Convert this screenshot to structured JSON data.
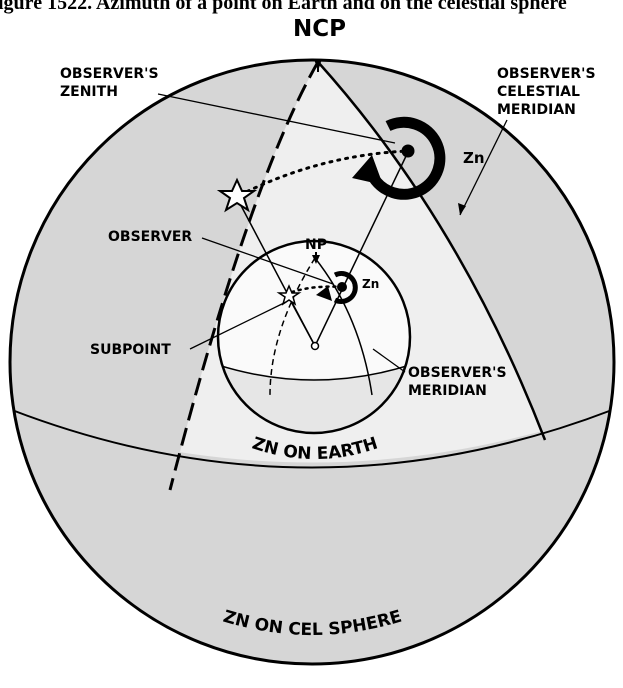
{
  "caption": "igure 1522. Azimuth of a point on Earth and on the celestial sphere",
  "labels": {
    "ncp": "NCP",
    "observers_zenith_1": "OBSERVER'S",
    "observers_zenith_2": "ZENITH",
    "celestial_meridian_1": "OBSERVER'S",
    "celestial_meridian_2": "CELESTIAL",
    "celestial_meridian_3": "MERIDIAN",
    "zn_large": "Zn",
    "np": "NP",
    "observer": "OBSERVER",
    "zn_small": "Zn",
    "subpoint": "SUBPOINT",
    "observers_meridian_1": "OBSERVER'S",
    "observers_meridian_2": "MERIDIAN",
    "zn_on_earth": "ZN ON EARTH",
    "zn_on_cel_sphere": "ZN ON CEL SPHERE"
  },
  "colors": {
    "sphere_dark": "#d6d6d6",
    "sphere_light": "#efefef",
    "earth_fill": "#fafafa",
    "earth_lower": "#e6e6e6",
    "ink": "#000000"
  }
}
